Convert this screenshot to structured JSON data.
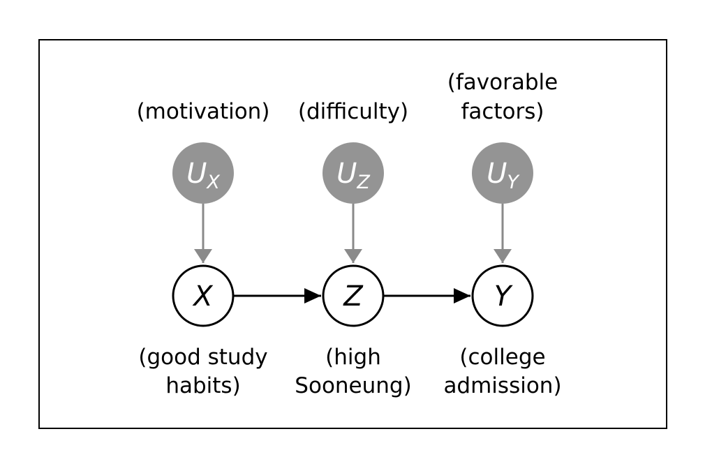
{
  "colors": {
    "frame": "#000000",
    "exogenous_fill": "#949494",
    "exogenous_edge": "#8a8a8a",
    "node_edge": "#000000",
    "arrow": "#000000"
  },
  "exogenous": [
    {
      "id": "ux",
      "main": "U",
      "sub": "X",
      "caption": [
        "(motivation)"
      ]
    },
    {
      "id": "uz",
      "main": "U",
      "sub": "Z",
      "caption": [
        "(difficulty)"
      ]
    },
    {
      "id": "uy",
      "main": "U",
      "sub": "Y",
      "caption": [
        "(favorable",
        "factors)"
      ]
    }
  ],
  "nodes": [
    {
      "id": "x",
      "label": "X",
      "caption": [
        "(good study",
        "habits)"
      ]
    },
    {
      "id": "z",
      "label": "Z",
      "caption": [
        "(high",
        "Sooneung)"
      ]
    },
    {
      "id": "y",
      "label": "Y",
      "caption": [
        "(college",
        "admission)"
      ]
    }
  ],
  "edges": [
    {
      "from": "ux",
      "to": "x",
      "style": "exogenous"
    },
    {
      "from": "uz",
      "to": "z",
      "style": "exogenous"
    },
    {
      "from": "uy",
      "to": "y",
      "style": "exogenous"
    },
    {
      "from": "x",
      "to": "z",
      "style": "causal"
    },
    {
      "from": "z",
      "to": "y",
      "style": "causal"
    }
  ]
}
